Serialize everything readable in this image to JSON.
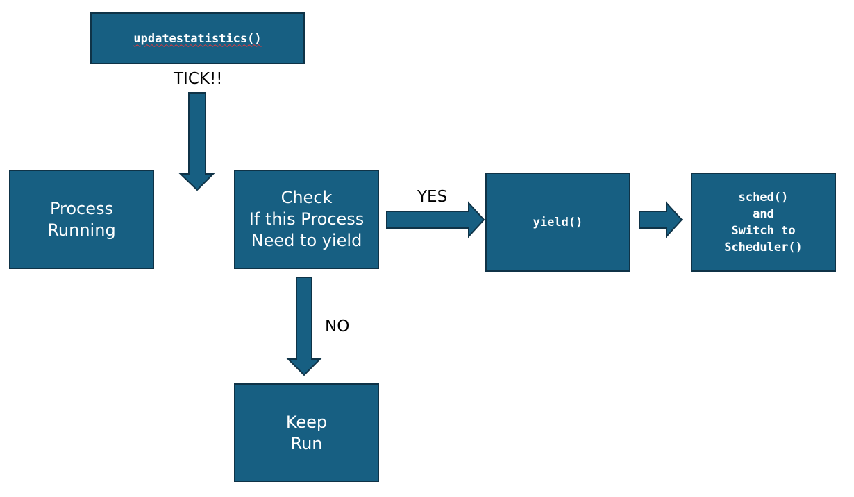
{
  "nodes": {
    "update_statistics": "updatestatistics()",
    "process_running": "Process\nRunning",
    "check_yield": "Check\nIf this Process\nNeed to yield",
    "yield_call": "yield()",
    "sched_switch": "sched()\nand\nSwitch to\nScheduler()",
    "keep_run": "Keep\nRun"
  },
  "labels": {
    "tick": "TICK!!",
    "yes": "YES",
    "no": "NO"
  },
  "colors": {
    "box_fill": "#175f82",
    "box_border": "#0f3347",
    "box_text": "#ffffff",
    "spellcheck_underline": "#e0393e"
  }
}
